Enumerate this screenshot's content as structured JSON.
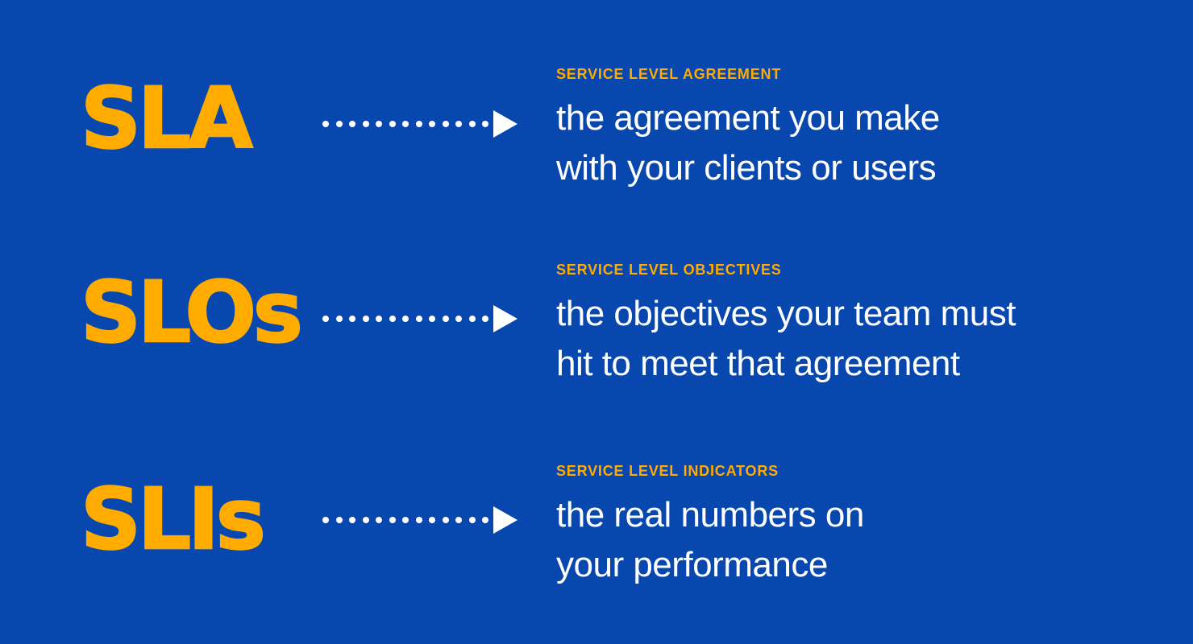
{
  "canvas": {
    "background_color": "#0847AD",
    "accent_color": "#FFAB00",
    "text_color": "#FFFFFF"
  },
  "arrow": {
    "dot_count": 13
  },
  "rows": [
    {
      "acronym": "SLA",
      "heading": "SERVICE LEVEL AGREEMENT",
      "line1": "the agreement you make",
      "line2": "with your clients or users"
    },
    {
      "acronym": "SLOs",
      "heading": "SERVICE LEVEL OBJECTIVES",
      "line1": "the objectives your team must",
      "line2": "hit to meet that agreement"
    },
    {
      "acronym": "SLIs",
      "heading": "SERVICE LEVEL INDICATORS",
      "line1": "the real numbers on",
      "line2": "your performance"
    }
  ]
}
